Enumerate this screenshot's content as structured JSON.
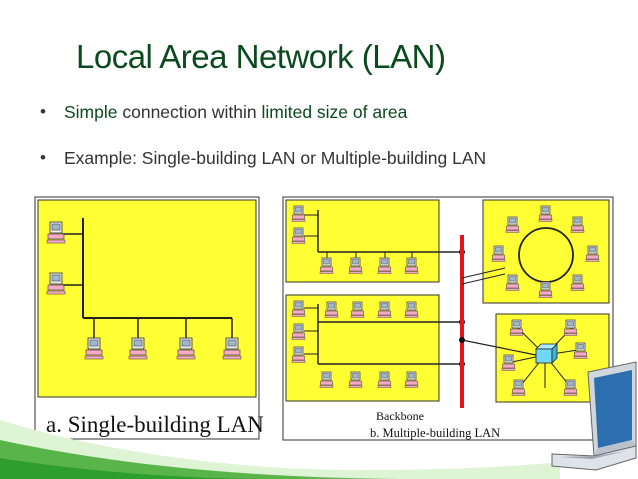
{
  "slide": {
    "title": "Local Area Network (LAN)",
    "bullets": [
      {
        "b1": "Simple",
        "t1": " connection within ",
        "b2": "limited size of area",
        "t2": ""
      },
      {
        "b1": "",
        "t1": "Example: Single-building LAN or Multiple-building LAN",
        "b2": "",
        "t2": ""
      }
    ]
  },
  "figure_a": {
    "caption": "a. Single-building LAN"
  },
  "figure_b": {
    "backbone_label": "Backbone",
    "caption": "b. Multiple-building LAN"
  },
  "colors": {
    "title": "#0b4a1e",
    "building": "#ffff33",
    "backbone": "#e8121b",
    "hub": "#6fd7f7",
    "swoosh": "#2e9e2e"
  },
  "icons": {
    "computer": "pc-icon",
    "hub": "hub-icon",
    "laptop": "laptop-icon"
  }
}
